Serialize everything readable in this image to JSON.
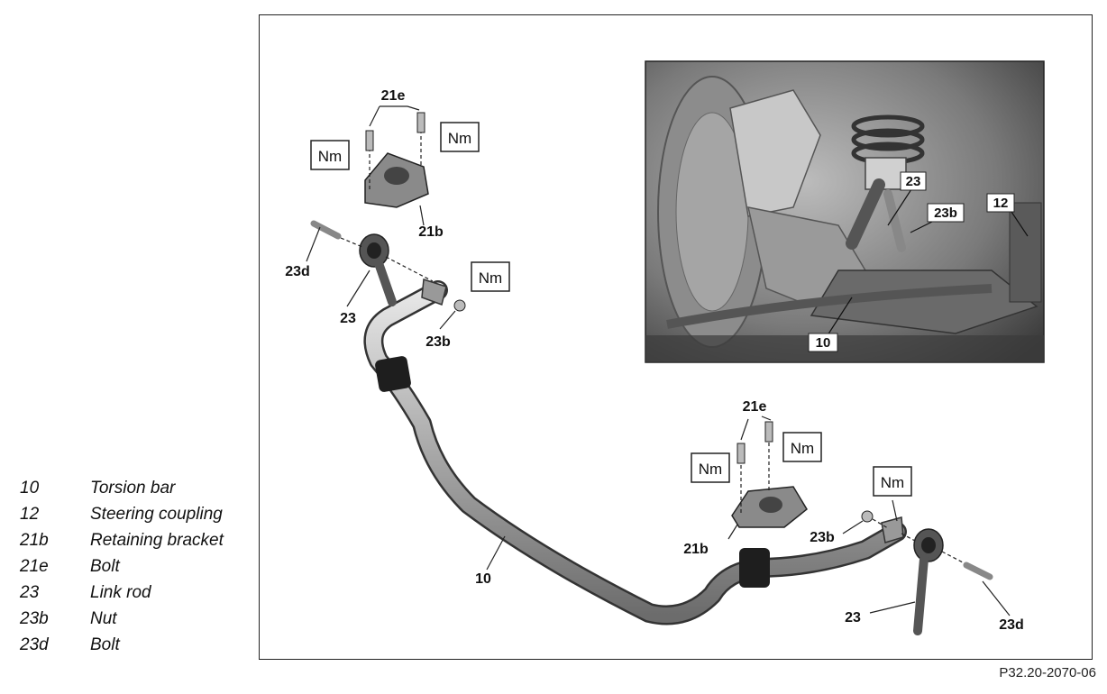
{
  "legend": [
    {
      "code": "10",
      "desc": "Torsion bar"
    },
    {
      "code": "12",
      "desc": "Steering coupling"
    },
    {
      "code": "21b",
      "desc": "Retaining bracket"
    },
    {
      "code": "21e",
      "desc": "Bolt"
    },
    {
      "code": "23",
      "desc": "Link rod"
    },
    {
      "code": "23b",
      "desc": "Nut"
    },
    {
      "code": "23d",
      "desc": "Bolt"
    }
  ],
  "figure_code": "P32.20-2070-06",
  "torque_badge": "Nm",
  "diagram_labels": {
    "top_left_21e": "21e",
    "top_left_21b": "21b",
    "top_left_23d": "23d",
    "top_left_23": "23",
    "top_left_23b": "23b",
    "torsion_bar_10": "10",
    "right_21e": "21e",
    "right_21b": "21b",
    "right_23b": "23b",
    "right_23": "23",
    "right_23d": "23d"
  },
  "photo_labels": {
    "link_rod": "23",
    "nut": "23b",
    "steering_coupling": "12",
    "torsion_bar": "10"
  }
}
